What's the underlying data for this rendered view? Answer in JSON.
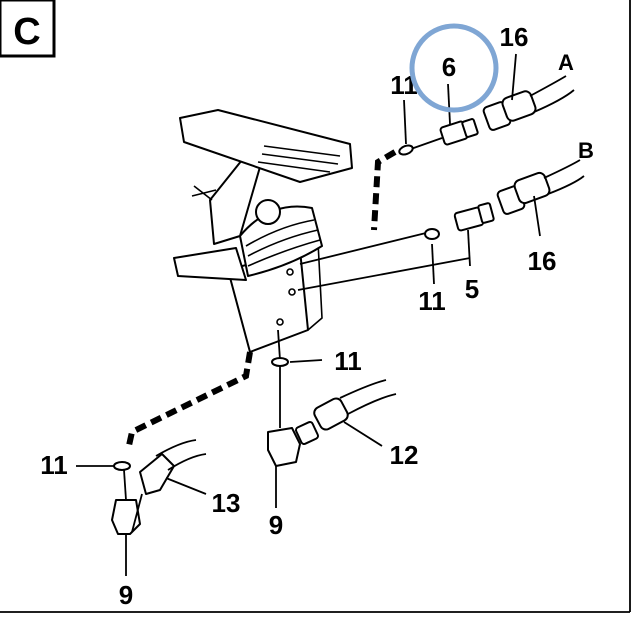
{
  "figure": {
    "section_badge": "C",
    "highlight_color": "#7fa6d4"
  },
  "callouts": {
    "top_fitting": "6",
    "top_ring": "11",
    "hose_a_label": "16",
    "hose_a_letter": "A",
    "hose_b_letter": "B",
    "hose_b_label": "16",
    "mid_fitting": "5",
    "mid_ring": "11",
    "bottom_ring": "11",
    "elbow_hose": "12",
    "elbow_fitting": "9",
    "left_ring": "11",
    "left_hose": "13",
    "left_fitting": "9"
  }
}
